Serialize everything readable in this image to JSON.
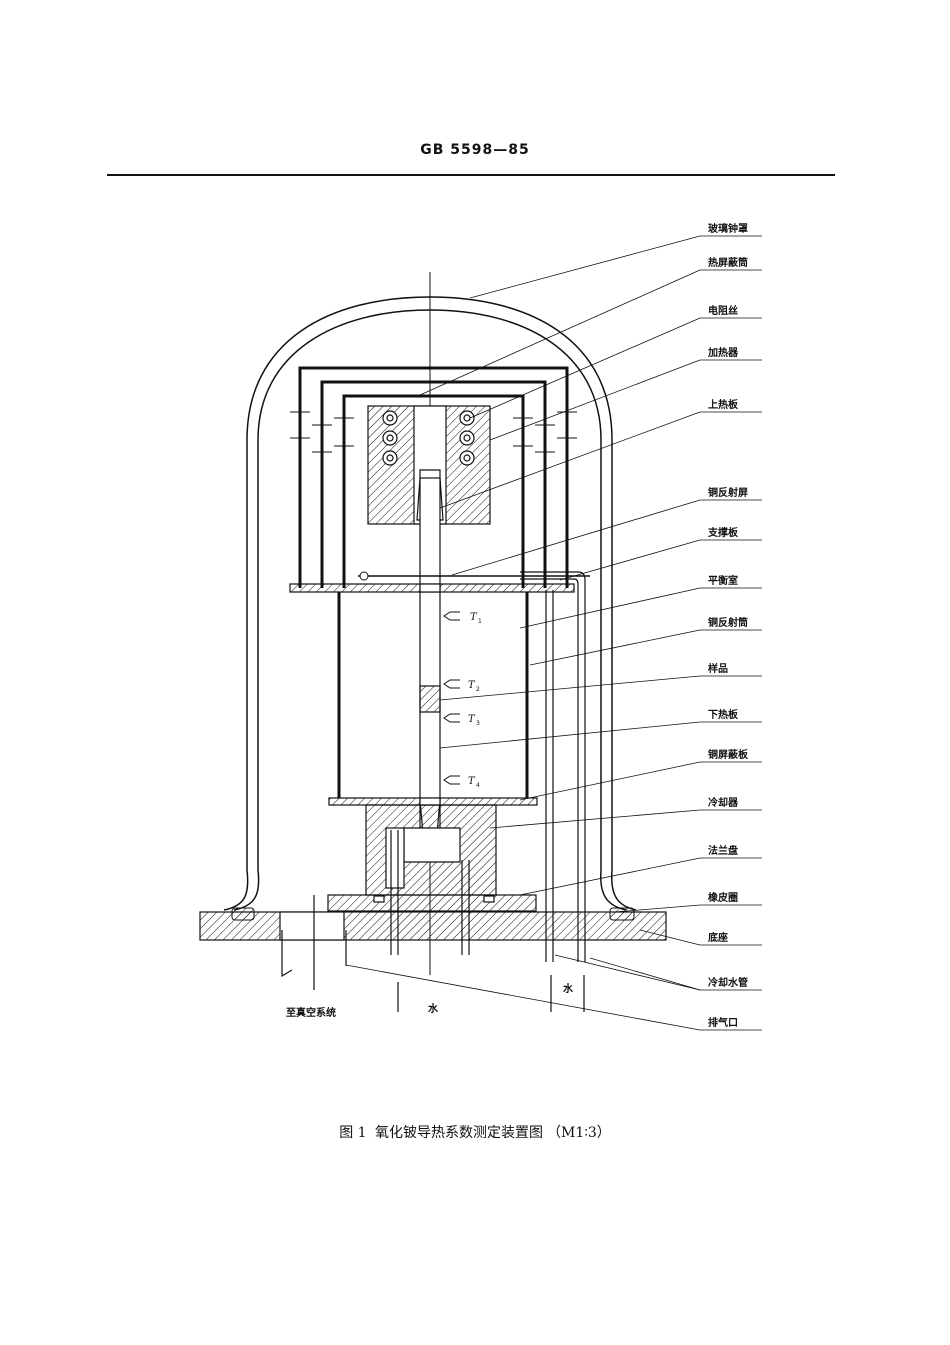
{
  "header": {
    "standard_no": "GB 5598—85"
  },
  "figure": {
    "callouts": [
      "玻璃钟罩",
      "热屏蔽筒",
      "电阻丝",
      "加热器",
      "上热板",
      "铜反射屏",
      "支撑板",
      "平衡室",
      "铜反射筒",
      "样品",
      "下热板",
      "铜屏蔽板",
      "冷却器",
      "法兰盘",
      "橡皮圈",
      "底座",
      "冷却水管",
      "排气口"
    ],
    "thermocouples": [
      "T",
      "T",
      "T",
      "T"
    ],
    "thermocouple_subs": [
      "1",
      "2",
      "3",
      "4"
    ],
    "bottom": {
      "vacuum": "至真空系统",
      "water_left": "水",
      "water_right": "水"
    }
  },
  "caption": {
    "fig_no": "图 1",
    "title": "氧化铍导热系数测定装置图",
    "scale": "（M1∶3）"
  }
}
